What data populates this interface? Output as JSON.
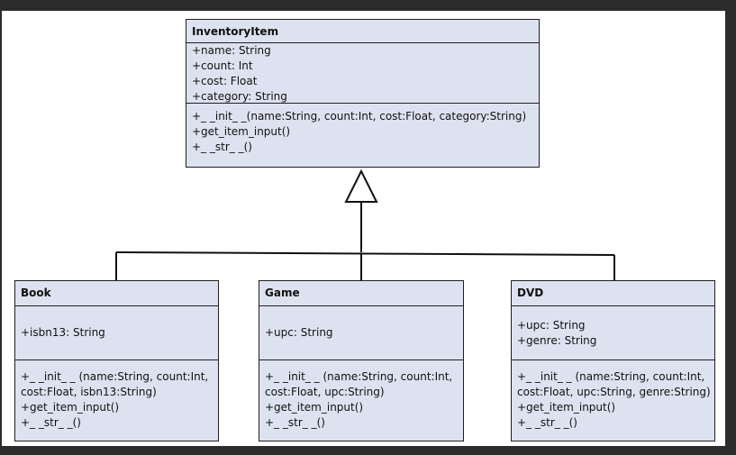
{
  "classes": {
    "inventory_item": {
      "name": "InventoryItem",
      "attributes": [
        "+name: String",
        "+count: Int",
        "+cost: Float",
        "+category: String"
      ],
      "methods": [
        "+_ _init_ _(name:String, count:Int, cost:Float, category:String)",
        "+get_item_input()",
        "+_ _str_ _()"
      ]
    },
    "book": {
      "name": "Book",
      "attributes": [
        "+isbn13: String"
      ],
      "methods": [
        "+_ _init_ _ (name:String, count:Int,",
        "cost:Float, isbn13:String)",
        "+get_item_input()",
        "+_ _str_ _()"
      ]
    },
    "game": {
      "name": "Game",
      "attributes": [
        "+upc: String"
      ],
      "methods": [
        "+_ _init_ _ (name:String, count:Int,",
        "cost:Float, upc:String)",
        "+get_item_input()",
        "+_ _str_ _()"
      ]
    },
    "dvd": {
      "name": "DVD",
      "attributes": [
        "+upc: String",
        "+genre: String"
      ],
      "methods": [
        "+_ _init_ _ (name:String, count:Int,",
        "cost:Float, upc:String, genre:String)",
        "+get_item_input()",
        "+_ _str_ _()"
      ]
    }
  },
  "relationships": [
    {
      "type": "inheritance",
      "from": "Book",
      "to": "InventoryItem"
    },
    {
      "type": "inheritance",
      "from": "Game",
      "to": "InventoryItem"
    },
    {
      "type": "inheritance",
      "from": "DVD",
      "to": "InventoryItem"
    }
  ]
}
